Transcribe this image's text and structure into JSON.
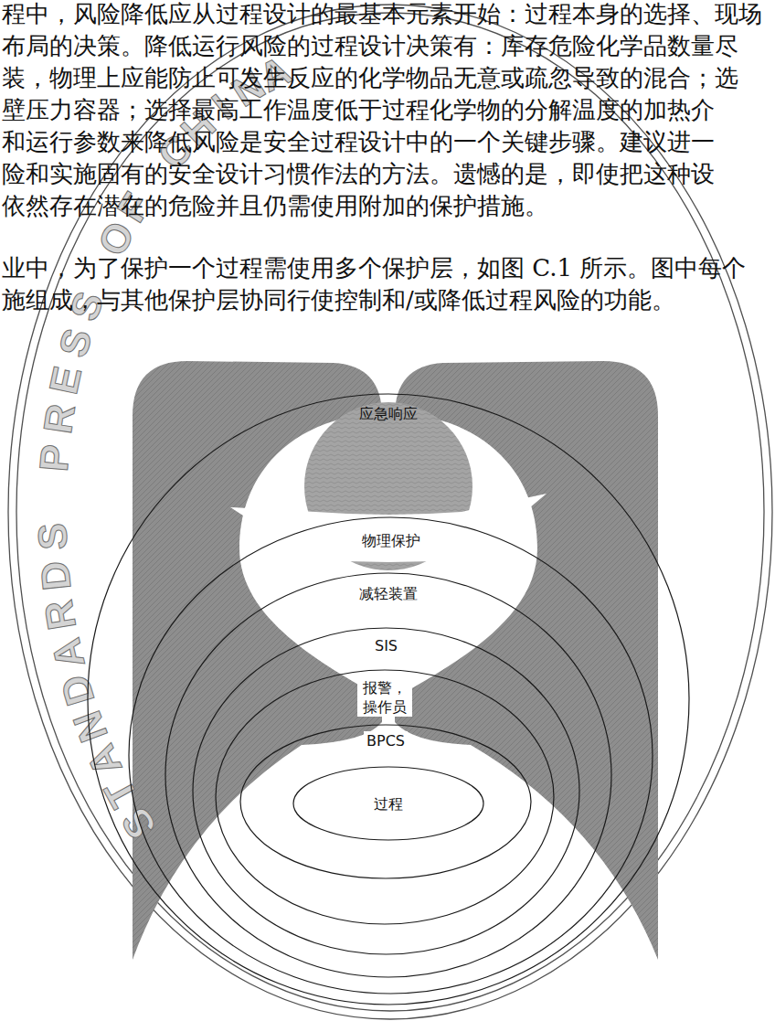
{
  "diagram": {
    "nodes": [
      {
        "text": [
          "应急响应"
        ]
      },
      {
        "text": [
          "物理保护"
        ],
        "in": 0
      },
      {
        "text": [
          "减轻装置"
        ],
        "in": 1
      },
      {
        "text": [
          "SIS"
        ],
        "in": 2
      },
      {
        "text": [
          "报警， 操作员"
        ],
        "in": 3
      },
      {
        "text": [
          "BPCS"
        ],
        "in": 4
      },
      {
        "text": [
          "过程"
        ],
        "in": 5
      }
    ],
    "edges": [],
    "labels": [
      "程中，风险降低应从过程设计的最基本元素开始：过程本身的选择、现场",
      "布局的决策。降低运行风险的过程设计决策有：库存危险化学品数量尽",
      "装，物理上应能防止可发生反应的化学物品无意或疏忽导致的混合；选",
      "壁压力容器；选择最高工作温度低于过程化学物的分解温度的加热介",
      "和运行参数来降低风险是安全过程设计中的一个关键步骤。建议进一",
      "险和实施固有的安全设计习惯作法的方法。遗憾的是，即使把这种设",
      "依然存在潜在的危险并且仍需使用附加的保护措施。",
      "业中，为了保护一个过程需使用多个保护层，如图 C.1 所示。图中每个",
      "施组成，与其他保护层协同行使控制和/或降低过程风险的功能。",
      "STANDARDS PRESS OF CHINA"
    ]
  }
}
